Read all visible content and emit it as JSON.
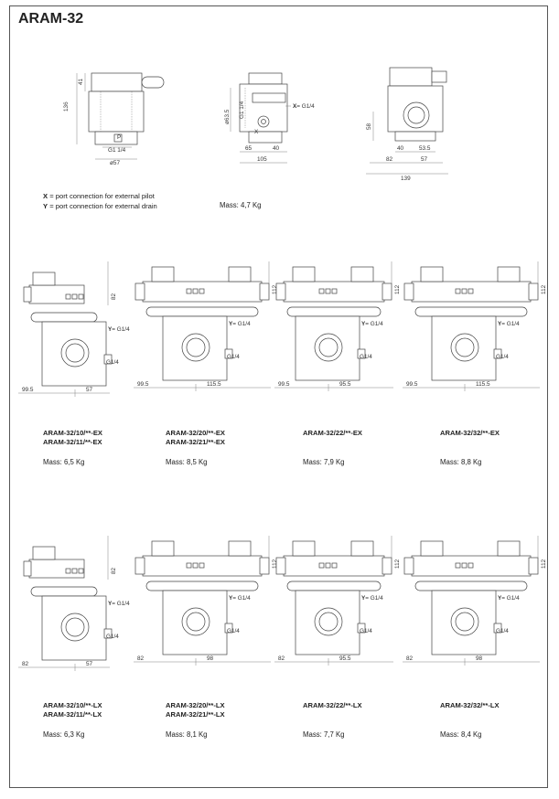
{
  "title": "ARAM-32",
  "top": {
    "legend_x_key": "X",
    "legend_x_text": "= port connection for external pilot",
    "legend_y_key": "Y",
    "legend_y_text": "= port connection for external drain",
    "mass": "Mass: 4,7 Kg",
    "dims_left": {
      "h136": "136",
      "h41": "41",
      "g114": "G1 1/4",
      "d57": "ø57",
      "p": "P"
    },
    "dims_mid": {
      "d635": "ø63.5",
      "g114": "G1 1/4",
      "x_label": "X",
      "g14": "= G1/4",
      "x_port": "X",
      "w65": "65",
      "w40": "40",
      "w105": "105"
    },
    "dims_right": {
      "h58": "58",
      "w40": "40",
      "w535": "53.5",
      "w82": "82",
      "w57": "57",
      "w139": "139"
    }
  },
  "row_ex": [
    {
      "models": [
        "ARAM-32/10/**-EX",
        "ARAM-32/11/**-EX"
      ],
      "mass": "Mass: 6,5 Kg",
      "h": "82",
      "w1": "99.5",
      "w2": "57"
    },
    {
      "models": [
        "ARAM-32/20/**-EX",
        "ARAM-32/21/**-EX"
      ],
      "mass": "Mass: 8,5 Kg",
      "h": "112",
      "w1": "99.5",
      "w2": "115.5"
    },
    {
      "models": [
        "ARAM-32/22/**-EX"
      ],
      "mass": "Mass: 7,9 Kg",
      "h": "112",
      "w1": "99.5",
      "w2": "95.5"
    },
    {
      "models": [
        "ARAM-32/32/**-EX"
      ],
      "mass": "Mass: 8,8 Kg",
      "h": "112",
      "w1": "99.5",
      "w2": "115.5"
    }
  ],
  "row_lx": [
    {
      "models": [
        "ARAM-32/10/**-LX",
        "ARAM-32/11/**-LX"
      ],
      "mass": "Mass: 6,3 Kg",
      "h": "82",
      "w1": "82",
      "w2": "57"
    },
    {
      "models": [
        "ARAM-32/20/**-LX",
        "ARAM-32/21/**-LX"
      ],
      "mass": "Mass: 8,1 Kg",
      "h": "112",
      "w1": "82",
      "w2": "98"
    },
    {
      "models": [
        "ARAM-32/22/**-LX"
      ],
      "mass": "Mass: 7,7 Kg",
      "h": "112",
      "w1": "82",
      "w2": "95.5"
    },
    {
      "models": [
        "ARAM-32/32/**-LX"
      ],
      "mass": "Mass: 8,4 Kg",
      "h": "112",
      "w1": "82",
      "w2": "98"
    }
  ],
  "port_labels": {
    "y_key": "Y",
    "y_text": "= G1/4",
    "g14": "G1/4"
  }
}
